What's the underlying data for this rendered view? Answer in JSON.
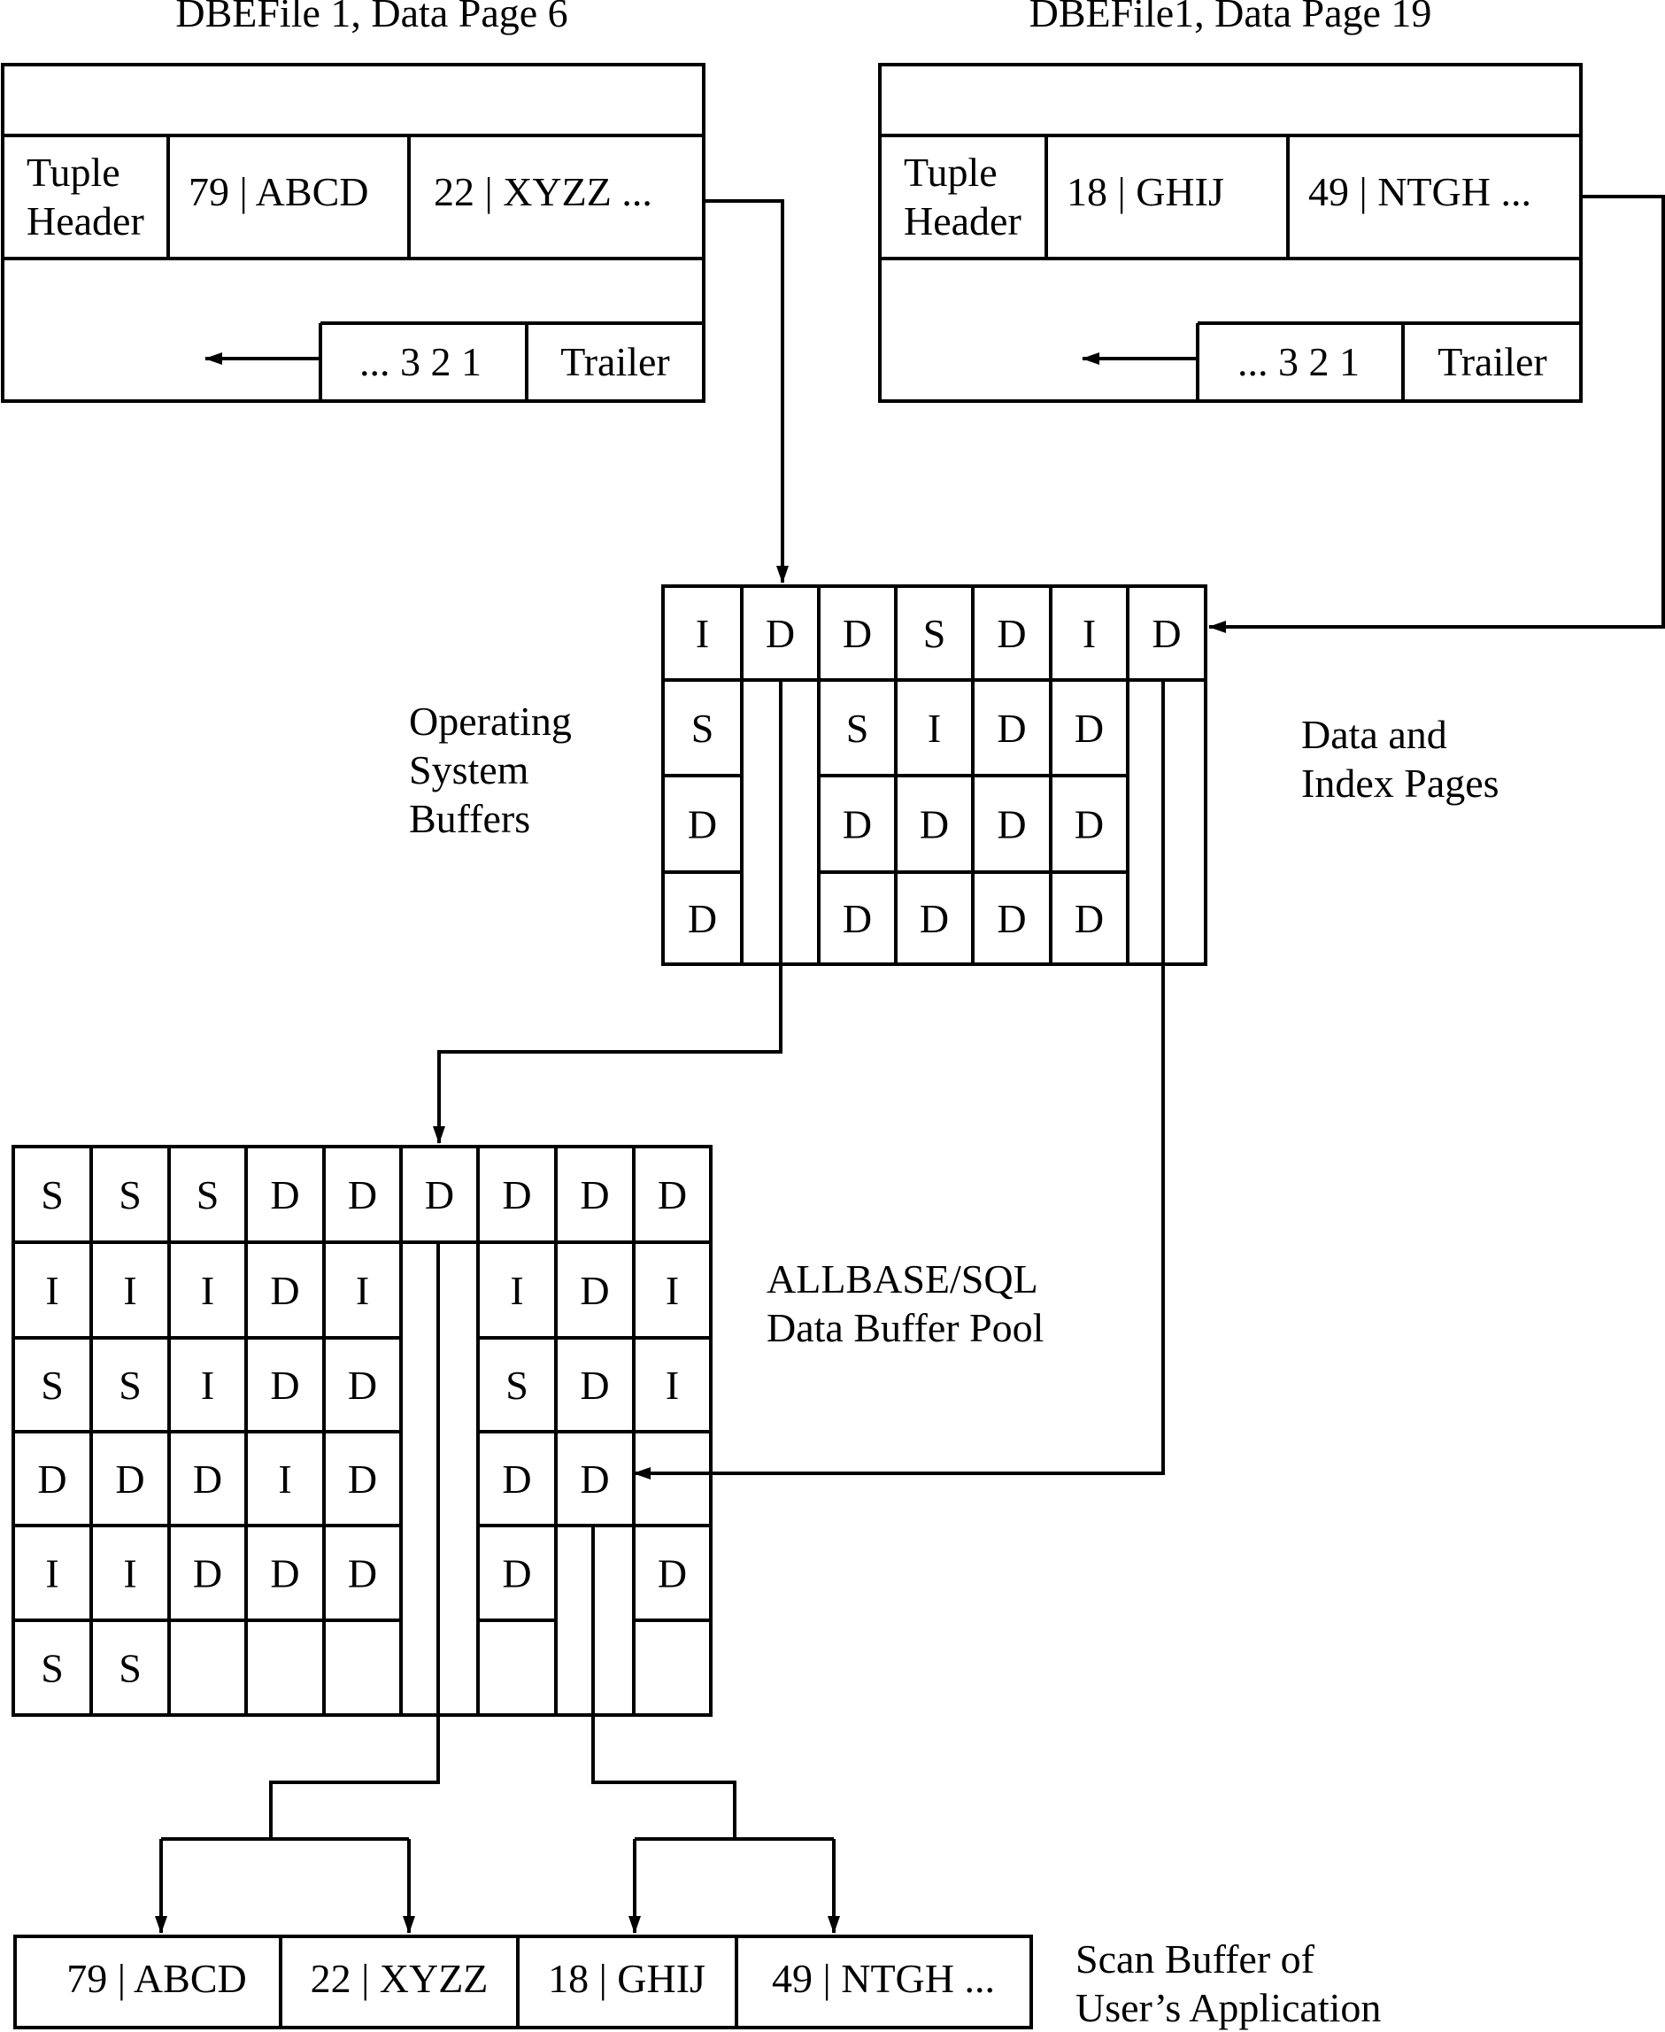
{
  "page_a": {
    "title": "DBEFile 1,  Data Page 6",
    "tuple_header": [
      "Tuple",
      "Header"
    ],
    "tuple1": "79 | ABCD",
    "tuple2": "22 | XYZZ  ...",
    "slot_array": "... 3 2 1",
    "trailer": "Trailer"
  },
  "page_b": {
    "title": "DBEFile1,  Data Page 19",
    "tuple_header": [
      "Tuple",
      "Header"
    ],
    "tuple1": "18 | GHIJ",
    "tuple2": "49 | NTGH  ...",
    "slot_array": "... 3 2 1",
    "trailer": "Trailer"
  },
  "os_buffers": {
    "label": [
      "Operating",
      "System",
      "Buffers"
    ],
    "side_label": [
      "Data and",
      "Index Pages"
    ],
    "rows": [
      [
        "I",
        "D",
        "D",
        "S",
        "D",
        "I",
        "D"
      ],
      [
        "S",
        "",
        "S",
        "I",
        "D",
        "D",
        ""
      ],
      [
        "D",
        "",
        "D",
        "D",
        "D",
        "D",
        ""
      ],
      [
        "D",
        "",
        "D",
        "D",
        "D",
        "D",
        ""
      ]
    ]
  },
  "buffer_pool": {
    "label": [
      "ALLBASE/SQL",
      "Data Buffer Pool"
    ],
    "rows": [
      [
        "S",
        "S",
        "S",
        "D",
        "D",
        "D",
        "D",
        "D",
        "D"
      ],
      [
        "I",
        "I",
        "I",
        "D",
        "I",
        "",
        "I",
        "D",
        "I"
      ],
      [
        "S",
        "S",
        "I",
        "D",
        "D",
        "",
        "S",
        "D",
        "I"
      ],
      [
        "D",
        "D",
        "D",
        "I",
        "D",
        "",
        "D",
        "D",
        ""
      ],
      [
        "I",
        "I",
        "D",
        "D",
        "D",
        "",
        "D",
        "",
        "D"
      ],
      [
        "S",
        "S",
        "",
        "",
        "",
        "",
        "",
        "",
        ""
      ]
    ]
  },
  "scan_buffer": {
    "label": [
      "Scan Buffer of",
      "User’s Application"
    ],
    "cells": [
      "79 | ABCD",
      "22 | XYZZ",
      "18 | GHIJ",
      "49 | NTGH  ..."
    ]
  }
}
